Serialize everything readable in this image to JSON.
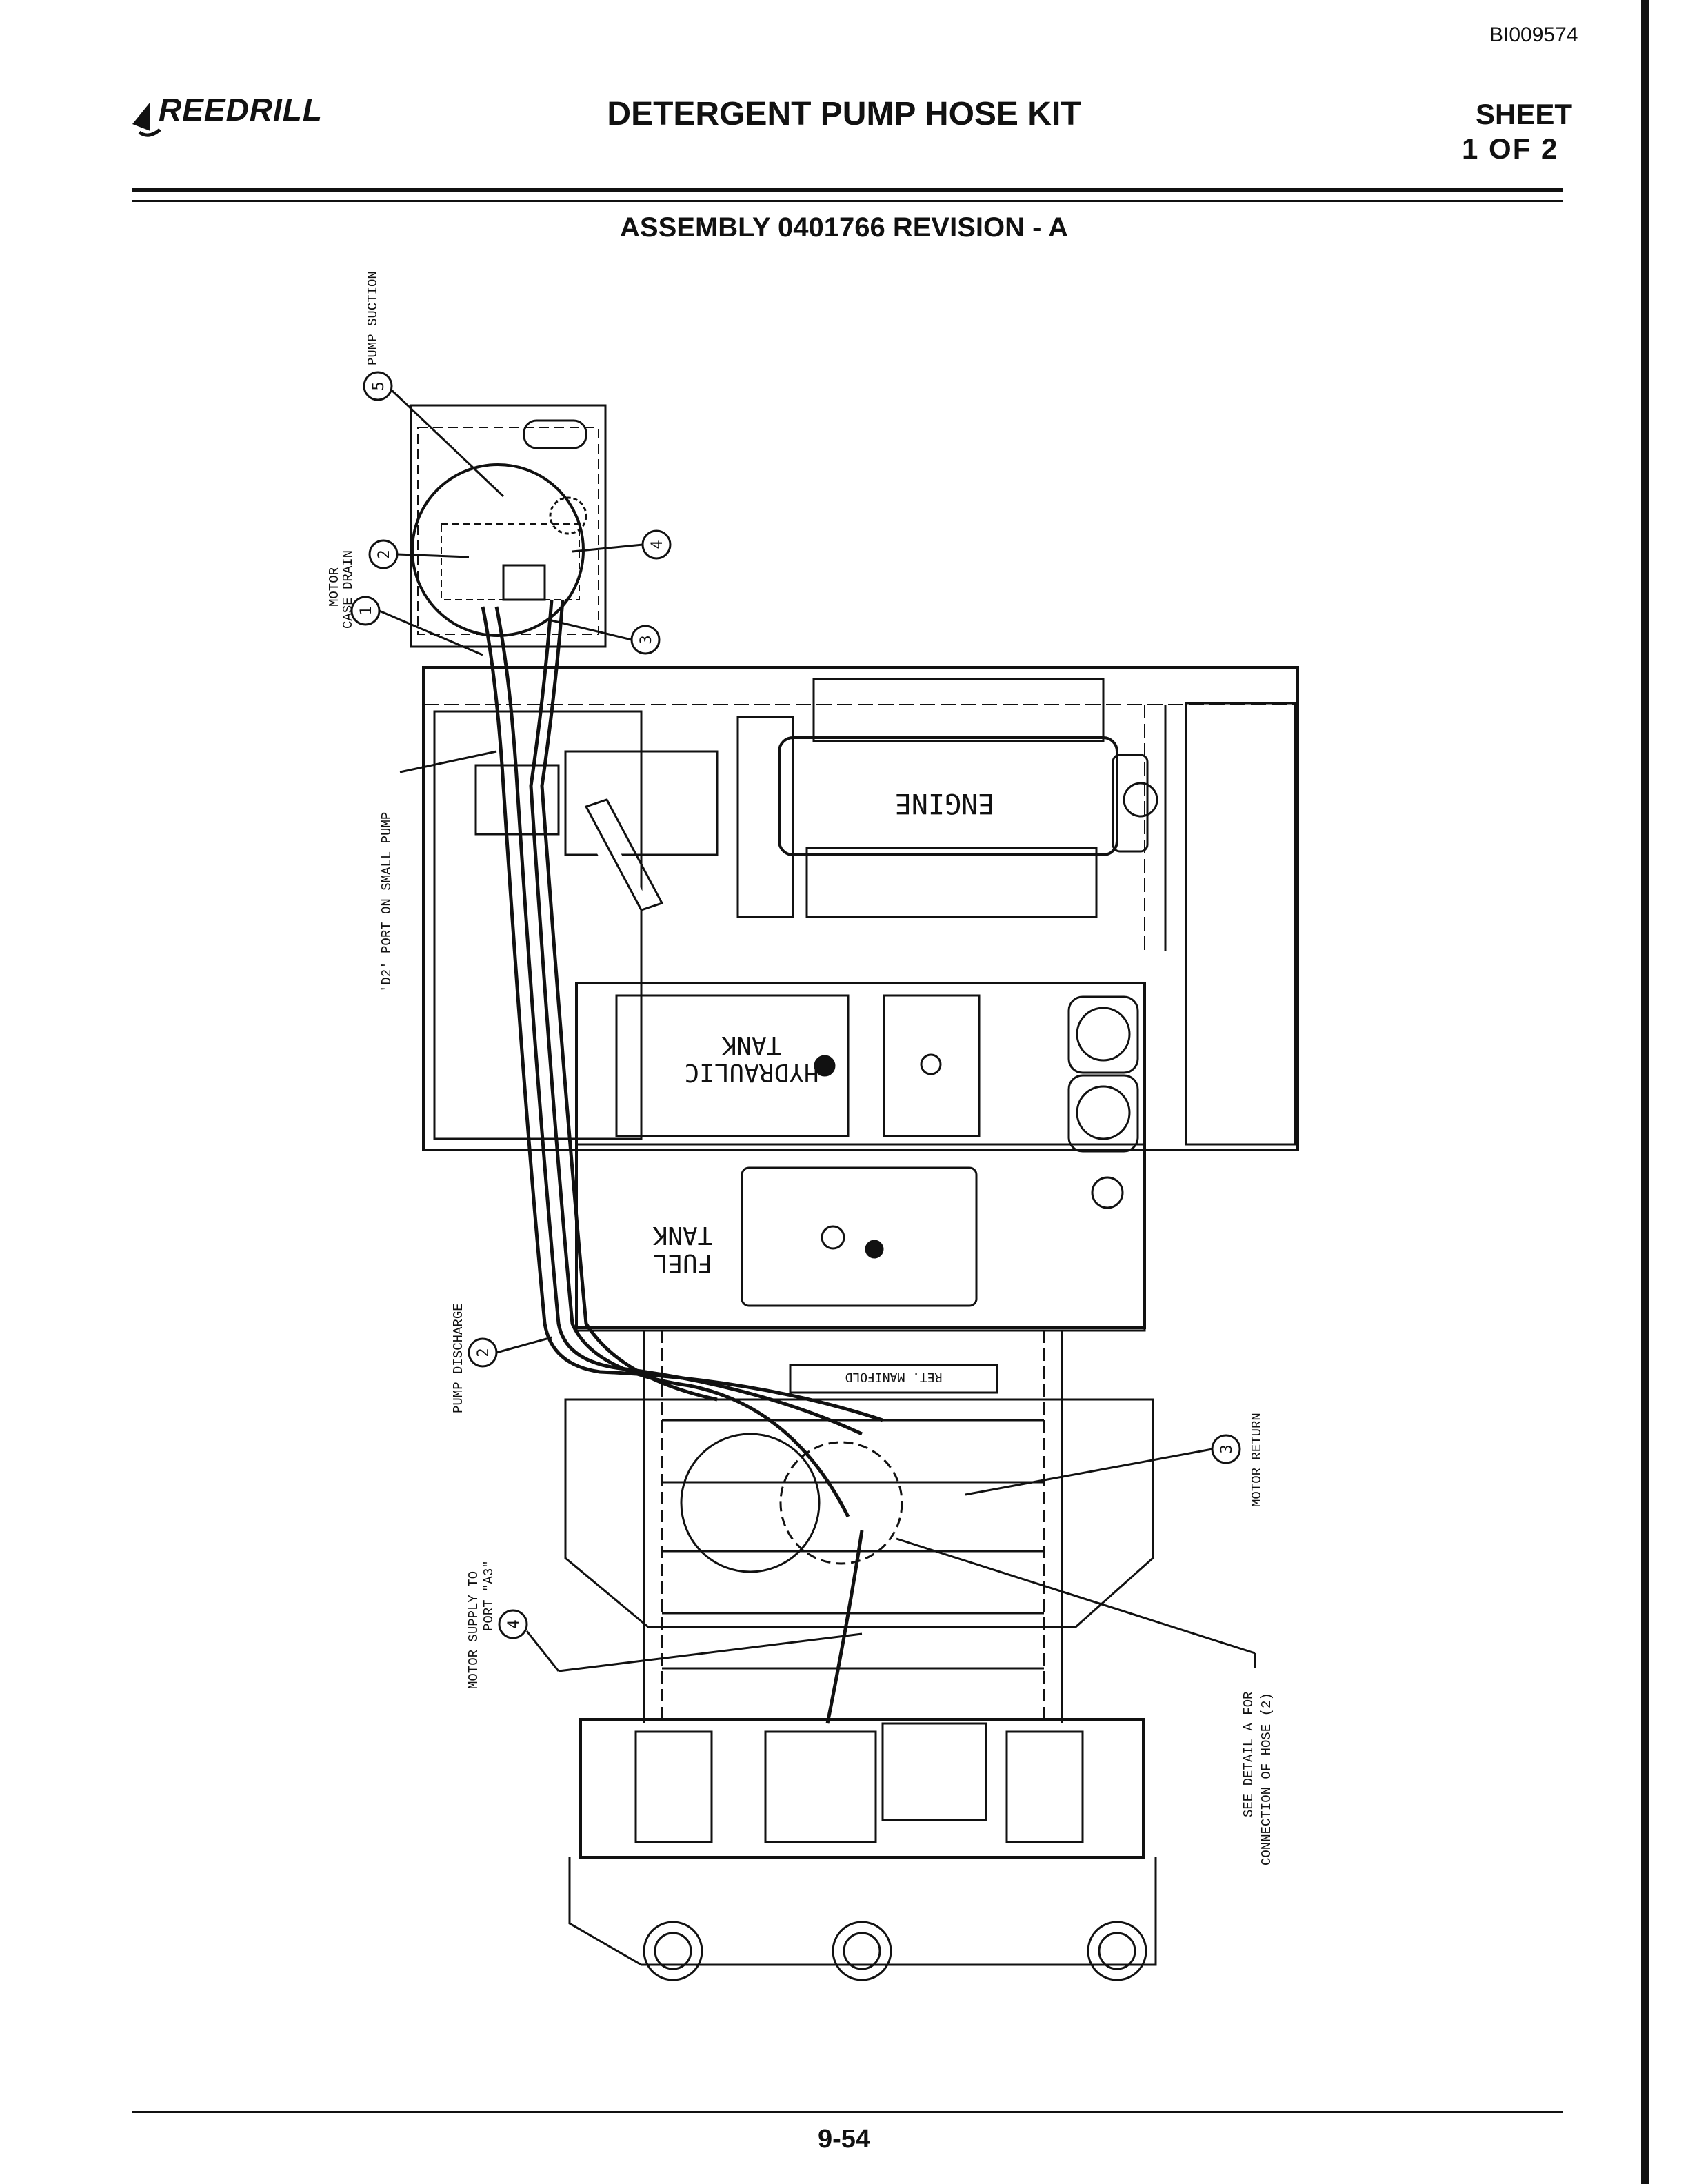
{
  "header": {
    "doc_id": "BI009574",
    "logo_text": "REEDRILL",
    "title": "DETERGENT PUMP HOSE KIT",
    "sheet_label": "SHEET",
    "sheet_number": "1 OF 2",
    "assembly": "ASSEMBLY 0401766 REVISION - A"
  },
  "diagram": {
    "components": {
      "engine": "ENGINE",
      "hydraulic_tank_1": "HYDRAULIC",
      "hydraulic_tank_2": "TANK",
      "fuel_tank_1": "FUEL",
      "fuel_tank_2": "TANK",
      "ret_manifold": "RET. MANIFOLD"
    },
    "callouts": {
      "pump_suction": {
        "num": "5",
        "label": "PUMP SUCTION"
      },
      "motor_case_drain": {
        "num": "1",
        "label1": "MOTOR",
        "label2": "CASE DRAIN"
      },
      "callout_2_top": {
        "num": "2"
      },
      "callout_4_top": {
        "num": "4"
      },
      "callout_3_top": {
        "num": "3"
      },
      "d2_port": {
        "label": "'D2' PORT ON SMALL PUMP"
      },
      "pump_discharge": {
        "num": "2",
        "label": "PUMP DISCHARGE"
      },
      "motor_return": {
        "num": "3",
        "label": "MOTOR RETURN"
      },
      "motor_supply": {
        "num": "4",
        "label1": "MOTOR SUPPLY TO",
        "label2": "PORT \"A3\""
      },
      "detail_a": {
        "label1": "SEE DETAIL A FOR",
        "label2": "CONNECTION OF HOSE (2)"
      }
    }
  },
  "footer": {
    "page_number": "9-54"
  }
}
